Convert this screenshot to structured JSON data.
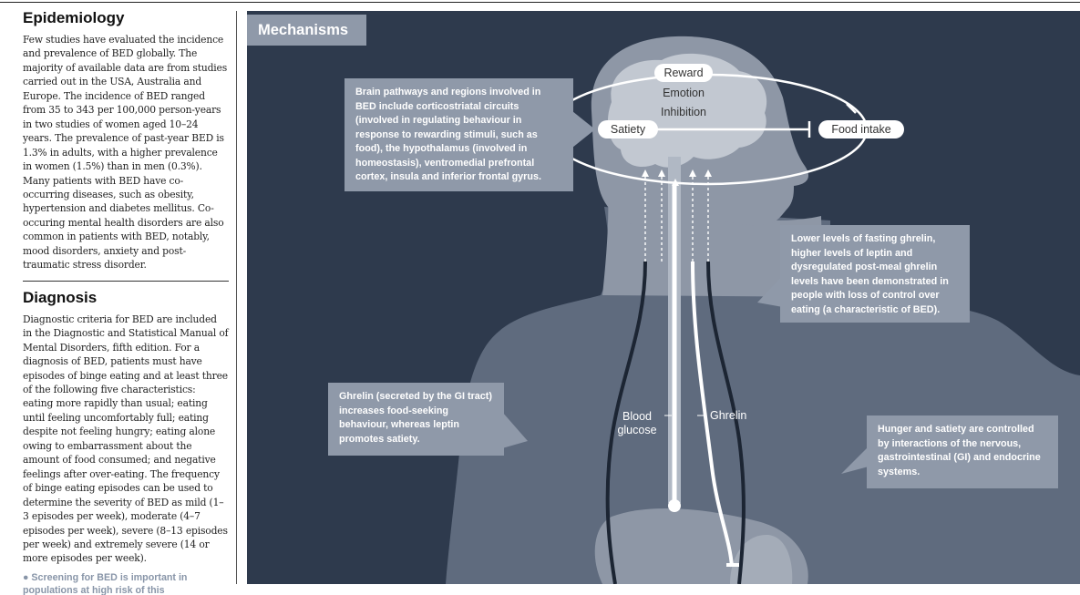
{
  "sidebar": {
    "epidemiology": {
      "heading": "Epidemiology",
      "body": "Few studies have evaluated the incidence and prevalence of BED globally. The majority of available data are from studies carried out in the USA, Australia and Europe. The incidence of BED ranged from 35 to 343 per 100,000 person-years in two studies of women aged 10–24 years. The prevalence of past-year BED is 1.3% in adults, with a higher prevalence in women (1.5%) than in men (0.3%). Many patients with BED have co-occurring diseases, such as obesity, hypertension and diabetes mellitus. Co-occuring mental health disorders are also common in patients with BED, notably, mood disorders, anxiety and post-traumatic stress disorder."
    },
    "diagnosis": {
      "heading": "Diagnosis",
      "body": "Diagnostic criteria for BED are included in the Diagnostic and Statistical Manual of Mental Disorders, fifth edition. For a diagnosis of BED, patients must have episodes of binge eating and at least three of the following five characteristics: eating more rapidly than usual; eating until feeling uncomfortably full; eating despite not feeling hungry; eating alone owing to embarrassment about the amount of food consumed; and negative feelings after over-eating. The frequency of binge eating episodes can be used to determine the severity of BED as mild (1–3 episodes per week), moderate (4–7 episodes per week), severe (8–13 episodes per week) and extremely severe (14 or more episodes per week).",
      "bullet": "● Screening for BED is important in populations at high risk of this"
    }
  },
  "figure": {
    "title": "Mechanisms",
    "brain_labels": {
      "reward": "Reward",
      "emotion": "Emotion",
      "inhibition": "Inhibition",
      "satiety": "Satiety",
      "food_intake": "Food intake"
    },
    "signal_labels": {
      "blood_glucose": "Blood glucose",
      "ghrelin": "Ghrelin"
    },
    "callouts": {
      "brain_pathways": "Brain pathways and regions involved in BED include corticostriatal circuits (involved in regulating behaviour in response to rewarding stimuli, such as food), the hypothalamus (involved in homeostasis), ventromedial prefrontal cortex, insula and inferior frontal gyrus.",
      "ghrelin_levels": "Lower levels of fasting ghrelin, higher levels of leptin and dysregulated post-meal ghrelin levels have been demonstrated in people with loss of control over eating (a characteristic of BED).",
      "ghrelin_leptin": "Ghrelin (secreted by the GI tract) increases food-seeking behaviour, whereas leptin promotes satiety.",
      "hunger_satiety": "Hunger and satiety are controlled by interactions of the nervous, gastrointestinal (GI) and endocrine systems."
    },
    "colors": {
      "background": "#2e3a4d",
      "body_silhouette": "#5f6b7e",
      "head_silhouette": "#8e97a6",
      "callout_box": "#8f99a9",
      "signal_line": "#ffffff"
    }
  }
}
